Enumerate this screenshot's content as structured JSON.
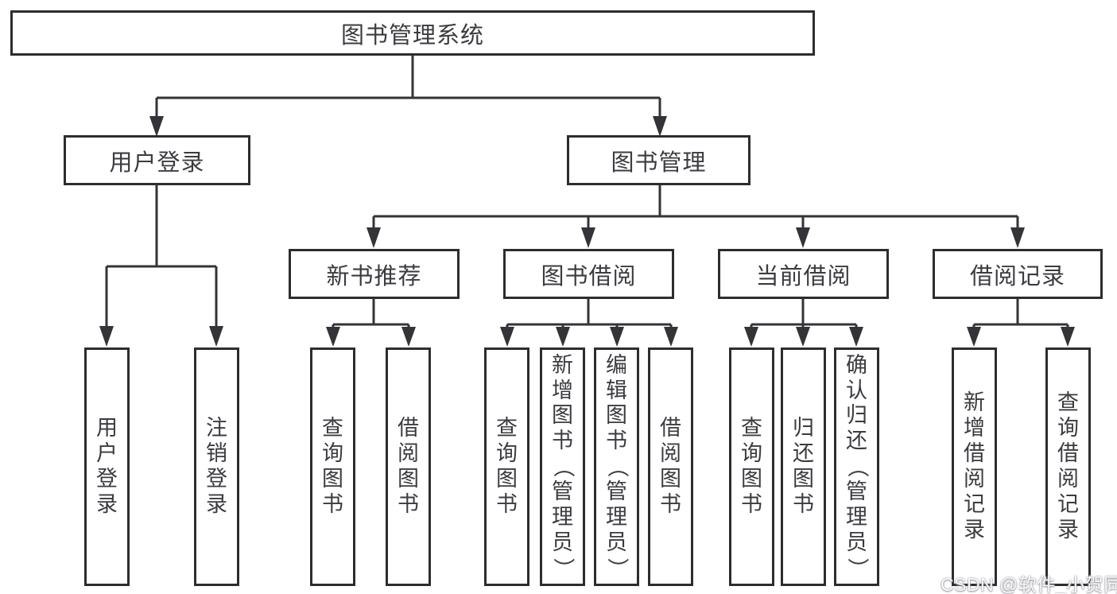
{
  "diagram": {
    "root": {
      "label": "图书管理系统"
    },
    "branches": [
      {
        "label": "用户登录",
        "children": [
          "用户登录",
          "注销登录"
        ]
      },
      {
        "label": "图书管理",
        "groups": [
          {
            "label": "新书推荐",
            "children": [
              "查询图书",
              "借阅图书"
            ]
          },
          {
            "label": "图书借阅",
            "children": [
              "查询图书",
              "新增图书（管理员）",
              "编辑图书（管理员）",
              "借阅图书"
            ]
          },
          {
            "label": "当前借阅",
            "children": [
              "查询图书",
              "归还图书",
              "确认归还（管理员）"
            ]
          },
          {
            "label": "借阅记录",
            "children": [
              "新增借阅记录",
              "查询借阅记录"
            ]
          }
        ]
      }
    ]
  },
  "watermark": {
    "text": "CSDN @软件_小贺同学"
  },
  "colors": {
    "line": "#343438",
    "border": "#2d2d30",
    "text": "#3b3b40",
    "watermark": "#ffffff"
  }
}
